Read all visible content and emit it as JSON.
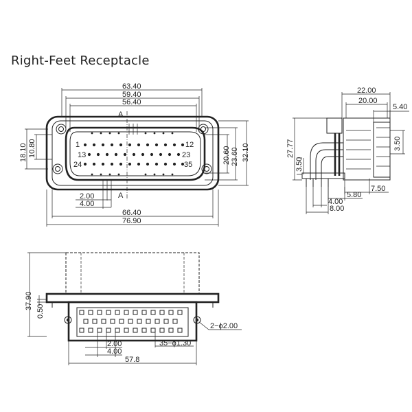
{
  "title": "Right-Feet Receptacle",
  "section_label": "A",
  "front_view": {
    "dims": {
      "w1": "63.40",
      "w2": "59.40",
      "w3": "56.40",
      "h_left1": "18.10",
      "h_left2": "10.80",
      "h_right1": "20.60",
      "h_right2": "23.60",
      "h_right3": "32.10",
      "pitch1": "2.00",
      "pitch2": "4.00",
      "w_bottom1": "66.40",
      "w_bottom2": "76.90"
    },
    "pin_labels": {
      "p1": "1",
      "p12": "12",
      "p13": "13",
      "p23": "23",
      "p24": "24",
      "p35": "35"
    }
  },
  "side_view": {
    "dims": {
      "top1": "22.00",
      "top2": "20.00",
      "top3": "5.40",
      "right1": "3.50",
      "height": "27.77",
      "left_small": "3.50",
      "b1": "7.50",
      "b2": "5.80",
      "b3": "4.00",
      "b4": "8.00"
    }
  },
  "bottom_view": {
    "dims": {
      "height": "37.90",
      "thickness": "0.50",
      "holes": "2−ϕ2.00",
      "pitch1": "2.00",
      "pitch2": "4.00",
      "pins": "35−ϕ1.30",
      "width": "57.8"
    }
  }
}
